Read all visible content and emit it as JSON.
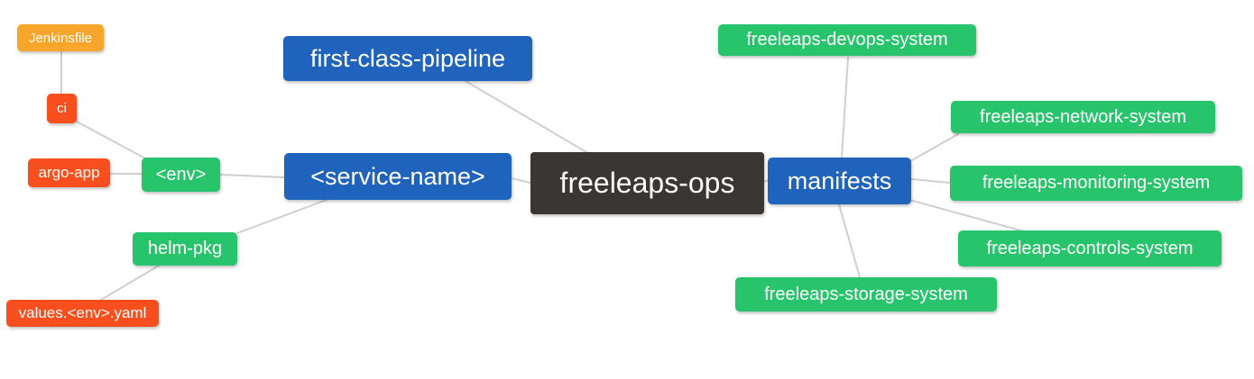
{
  "colors": {
    "blue": "#2063bc",
    "green": "#27c46b",
    "red_orange": "#f94e1d",
    "amber": "#f8a62b",
    "dark": "#3a3633",
    "edge": "#cfcfcf",
    "node_text": "#ffffff",
    "background": "#ffffff"
  },
  "nodes": {
    "jenkinsfile": {
      "label": "Jenkinsfile",
      "color": "amber"
    },
    "ci": {
      "label": "ci",
      "color": "red_orange"
    },
    "argo_app": {
      "label": "argo-app",
      "color": "red_orange"
    },
    "env": {
      "label": "<env>",
      "color": "green"
    },
    "helm_pkg": {
      "label": "helm-pkg",
      "color": "green"
    },
    "values_yaml": {
      "label": "values.<env>.yaml",
      "color": "red_orange"
    },
    "pipeline": {
      "label": "first-class-pipeline",
      "color": "blue"
    },
    "service_name": {
      "label": "<service-name>",
      "color": "blue"
    },
    "ops": {
      "label": "freeleaps-ops",
      "color": "dark"
    },
    "manifests": {
      "label": "manifests",
      "color": "blue"
    },
    "devops": {
      "label": "freeleaps-devops-system",
      "color": "green"
    },
    "network": {
      "label": "freeleaps-network-system",
      "color": "green"
    },
    "monitoring": {
      "label": "freeleaps-monitoring-system",
      "color": "green"
    },
    "controls": {
      "label": "freeleaps-controls-system",
      "color": "green"
    },
    "storage": {
      "label": "freeleaps-storage-system",
      "color": "green"
    }
  },
  "edges": [
    {
      "from": "Jenkinsfile",
      "to": "ci"
    },
    {
      "from": "ci",
      "to": "<env>"
    },
    {
      "from": "argo-app",
      "to": "<env>"
    },
    {
      "from": "<env>",
      "to": "<service-name>"
    },
    {
      "from": "helm-pkg",
      "to": "<service-name>"
    },
    {
      "from": "values.<env>.yaml",
      "to": "helm-pkg"
    },
    {
      "from": "first-class-pipeline",
      "to": "freeleaps-ops"
    },
    {
      "from": "<service-name>",
      "to": "freeleaps-ops"
    },
    {
      "from": "freeleaps-ops",
      "to": "manifests"
    },
    {
      "from": "manifests",
      "to": "freeleaps-devops-system"
    },
    {
      "from": "manifests",
      "to": "freeleaps-network-system"
    },
    {
      "from": "manifests",
      "to": "freeleaps-monitoring-system"
    },
    {
      "from": "manifests",
      "to": "freeleaps-controls-system"
    },
    {
      "from": "manifests",
      "to": "freeleaps-storage-system"
    }
  ]
}
